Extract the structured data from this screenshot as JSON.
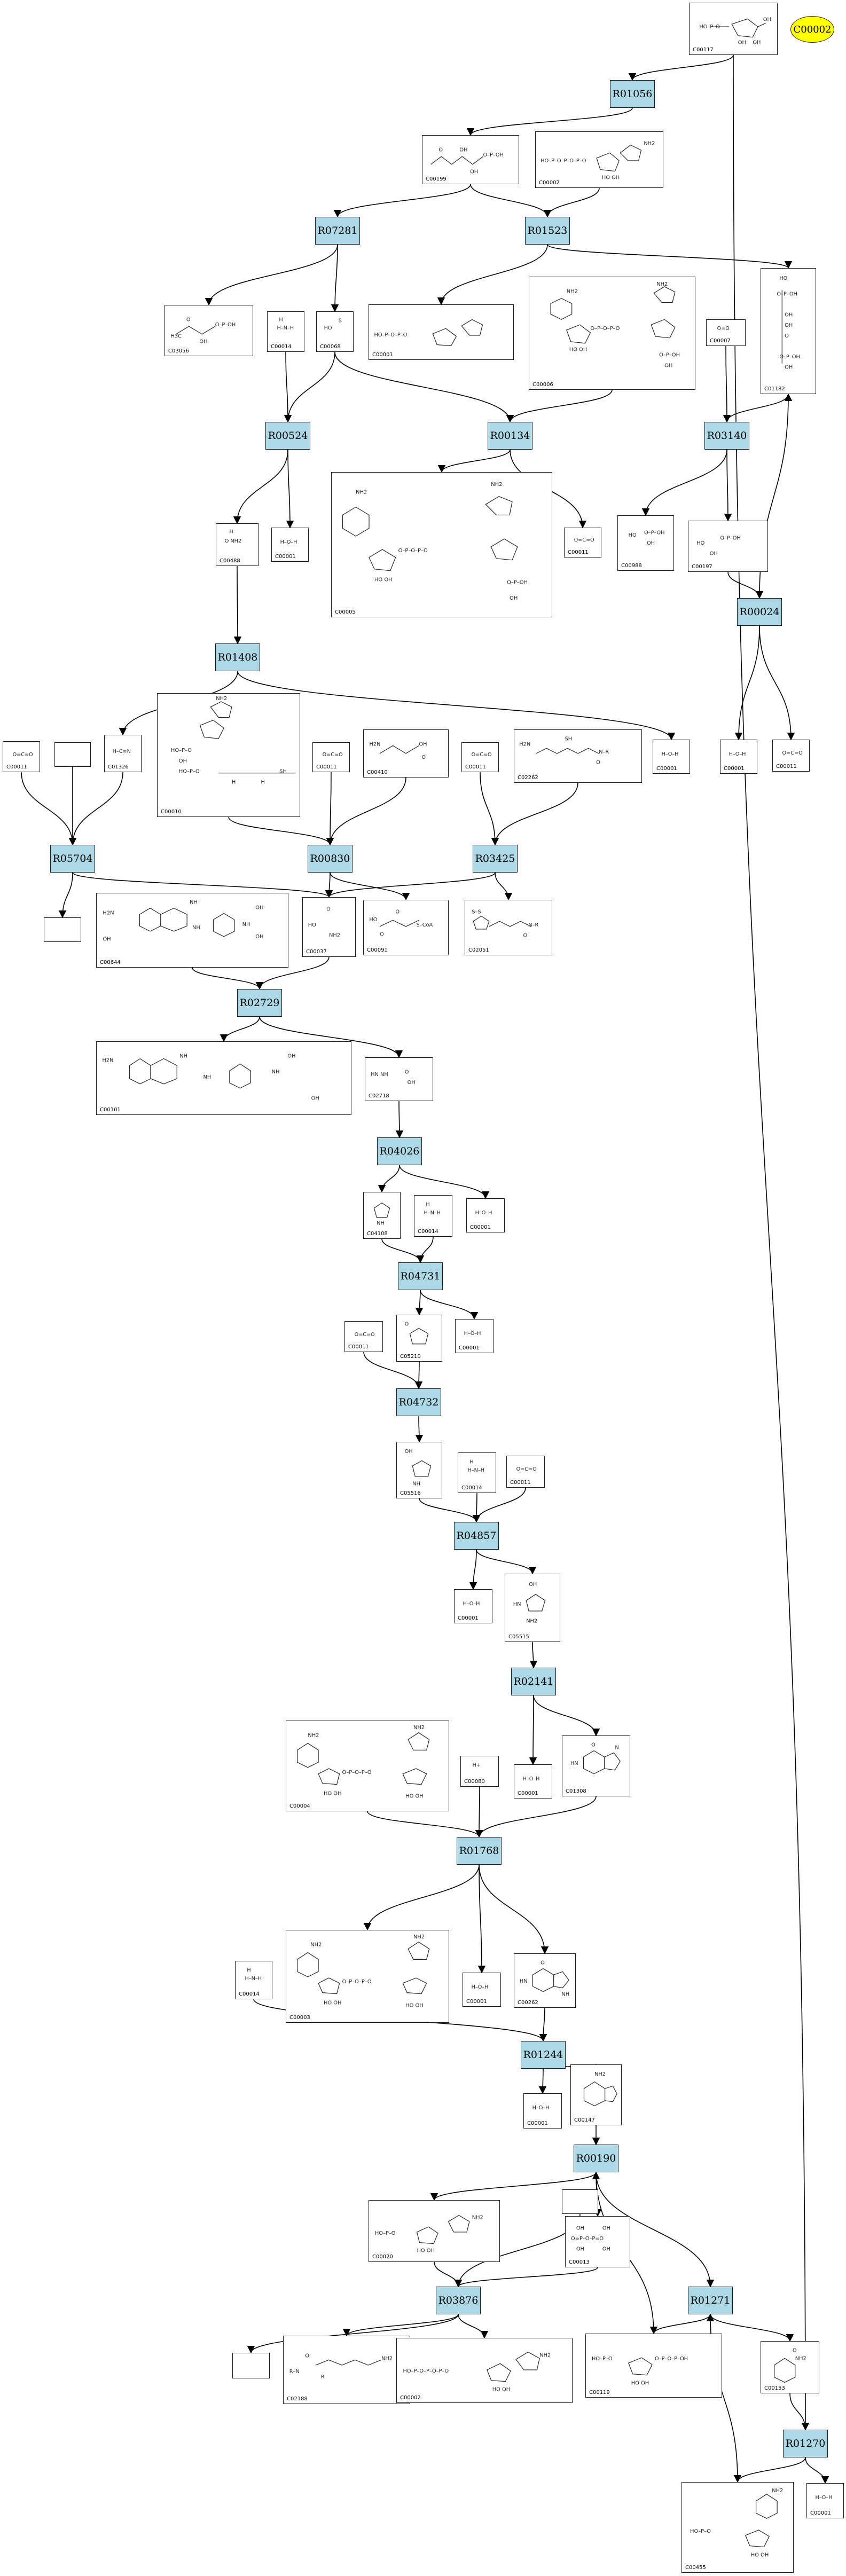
{
  "highlight": {
    "label": "C00002",
    "color": "#ffff00"
  },
  "reaction_color": "#add8e6",
  "reactions": [
    {
      "id": "R01056",
      "label": "R01056"
    },
    {
      "id": "R07281",
      "label": "R07281"
    },
    {
      "id": "R01523",
      "label": "R01523"
    },
    {
      "id": "R00524",
      "label": "R00524"
    },
    {
      "id": "R00134",
      "label": "R00134"
    },
    {
      "id": "R03140",
      "label": "R03140"
    },
    {
      "id": "R00024",
      "label": "R00024"
    },
    {
      "id": "R01408",
      "label": "R01408"
    },
    {
      "id": "R05704",
      "label": "R05704"
    },
    {
      "id": "R00830",
      "label": "R00830"
    },
    {
      "id": "R03425",
      "label": "R03425"
    },
    {
      "id": "R02729",
      "label": "R02729"
    },
    {
      "id": "R04026",
      "label": "R04026"
    },
    {
      "id": "R04731",
      "label": "R04731"
    },
    {
      "id": "R04732",
      "label": "R04732"
    },
    {
      "id": "R04857",
      "label": "R04857"
    },
    {
      "id": "R02141",
      "label": "R02141"
    },
    {
      "id": "R01768",
      "label": "R01768"
    },
    {
      "id": "R01244",
      "label": "R01244"
    },
    {
      "id": "R00190",
      "label": "R00190"
    },
    {
      "id": "R03876",
      "label": "R03876"
    },
    {
      "id": "R01271",
      "label": "R01271"
    },
    {
      "id": "R01270",
      "label": "R01270"
    }
  ],
  "compounds": [
    {
      "id": "c1",
      "label": "C00117"
    },
    {
      "id": "c2",
      "label": "C00199"
    },
    {
      "id": "c3",
      "label": "C00002"
    },
    {
      "id": "c4",
      "label": "C03056"
    },
    {
      "id": "c5",
      "label": "C00014"
    },
    {
      "id": "c6",
      "label": "C00068"
    },
    {
      "id": "c7",
      "label": "C00001"
    },
    {
      "id": "c8",
      "label": "C00006"
    },
    {
      "id": "c9",
      "label": "C00007"
    },
    {
      "id": "c10",
      "label": "C01182"
    },
    {
      "id": "c11",
      "label": "C00488"
    },
    {
      "id": "c12",
      "label": "C00001"
    },
    {
      "id": "c13",
      "label": "C00005"
    },
    {
      "id": "c14",
      "label": "C00011"
    },
    {
      "id": "c15",
      "label": "C00988"
    },
    {
      "id": "c16",
      "label": "C00197"
    },
    {
      "id": "c17",
      "label": "C00011"
    },
    {
      "id": "c18",
      "label": ""
    },
    {
      "id": "c19",
      "label": "C01326"
    },
    {
      "id": "c20",
      "label": "C00010"
    },
    {
      "id": "c21",
      "label": "C00011"
    },
    {
      "id": "c22",
      "label": "C00410"
    },
    {
      "id": "c23",
      "label": "C00011"
    },
    {
      "id": "c24",
      "label": "C02262"
    },
    {
      "id": "c25",
      "label": "C00001"
    },
    {
      "id": "c26",
      "label": "C00001"
    },
    {
      "id": "c27",
      "label": "C00011"
    },
    {
      "id": "c28",
      "label": ""
    },
    {
      "id": "c29",
      "label": "C00644"
    },
    {
      "id": "c30",
      "label": "C00037"
    },
    {
      "id": "c31",
      "label": "C00091"
    },
    {
      "id": "c32",
      "label": "C02051"
    },
    {
      "id": "c33",
      "label": "C00101"
    },
    {
      "id": "c34",
      "label": "C02718"
    },
    {
      "id": "c35",
      "label": "C04108"
    },
    {
      "id": "c36",
      "label": "C00014"
    },
    {
      "id": "c37",
      "label": "C00001"
    },
    {
      "id": "c38",
      "label": "C00011"
    },
    {
      "id": "c39",
      "label": "C05210"
    },
    {
      "id": "c40",
      "label": "C00001"
    },
    {
      "id": "c41",
      "label": "C05516"
    },
    {
      "id": "c42",
      "label": "C00014"
    },
    {
      "id": "c43",
      "label": "C00011"
    },
    {
      "id": "c44",
      "label": "C00001"
    },
    {
      "id": "c45",
      "label": "C05515"
    },
    {
      "id": "c46",
      "label": "C00004"
    },
    {
      "id": "c47",
      "label": "C00080"
    },
    {
      "id": "c48",
      "label": "C00001"
    },
    {
      "id": "c49",
      "label": "C01308"
    },
    {
      "id": "c50",
      "label": "C00014"
    },
    {
      "id": "c51",
      "label": "C00003"
    },
    {
      "id": "c52",
      "label": "C00001"
    },
    {
      "id": "c53",
      "label": "C00262"
    },
    {
      "id": "c54",
      "label": "C00001"
    },
    {
      "id": "c55",
      "label": "C00147"
    },
    {
      "id": "c56",
      "label": "C00020"
    },
    {
      "id": "c57",
      "label": ""
    },
    {
      "id": "c58",
      "label": "C00013"
    },
    {
      "id": "c59",
      "label": ""
    },
    {
      "id": "c60",
      "label": "C02188"
    },
    {
      "id": "c61",
      "label": "C00002"
    },
    {
      "id": "c62",
      "label": "C00119"
    },
    {
      "id": "c63",
      "label": "C00153"
    },
    {
      "id": "c64",
      "label": "C00001"
    },
    {
      "id": "c65",
      "label": "C00455"
    }
  ]
}
